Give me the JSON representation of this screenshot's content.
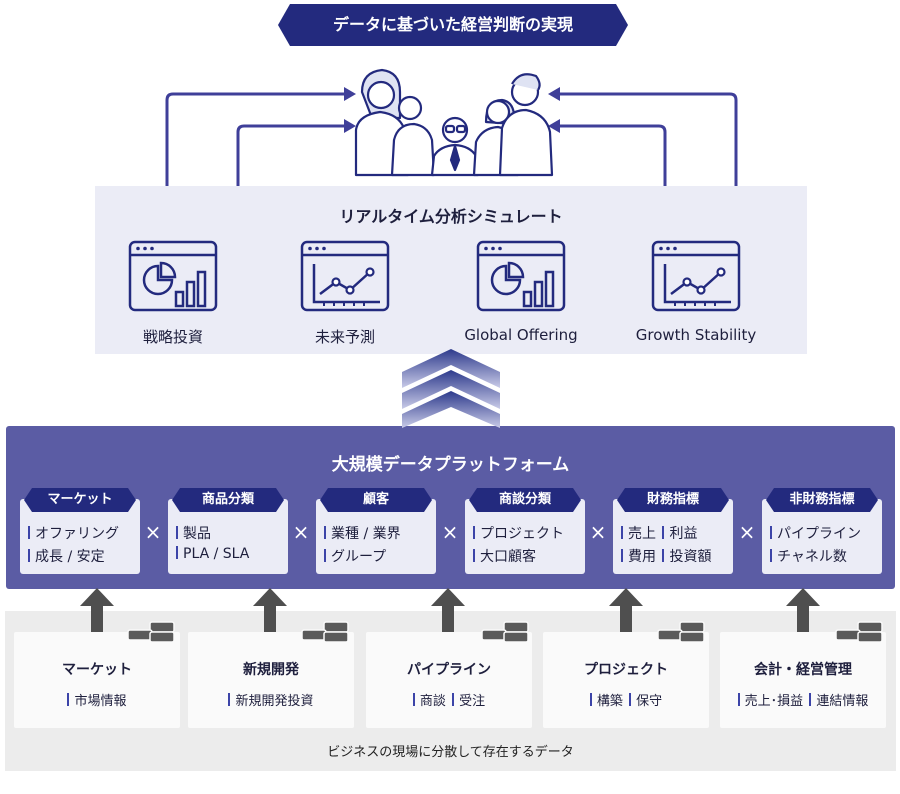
{
  "banner": {
    "text": "データに基づいた経営判断の実現"
  },
  "simulation": {
    "title": "リアルタイム分析シミュレート",
    "items": [
      {
        "label": "戦略投資",
        "icon": "pie-bar-chart-icon"
      },
      {
        "label": "未来予測",
        "icon": "line-chart-icon"
      },
      {
        "label": "Global Offering",
        "icon": "pie-bar-chart-icon"
      },
      {
        "label": "Growth Stability",
        "icon": "line-chart-icon"
      }
    ]
  },
  "platform": {
    "title": "大規模データプラットフォーム",
    "operator": "×",
    "cards": [
      {
        "tag": "マーケット",
        "lines": [
          [
            "オファリング"
          ],
          [
            "成長 / 安定"
          ]
        ]
      },
      {
        "tag": "商品分類",
        "lines": [
          [
            "製品"
          ],
          [
            "PLA / SLA"
          ]
        ]
      },
      {
        "tag": "顧客",
        "lines": [
          [
            "業種 / 業界"
          ],
          [
            "グループ"
          ]
        ]
      },
      {
        "tag": "商談分類",
        "lines": [
          [
            "プロジェクト"
          ],
          [
            "大口顧客"
          ]
        ]
      },
      {
        "tag": "財務指標",
        "lines": [
          [
            "売上",
            "利益"
          ],
          [
            "費用",
            "投資額"
          ]
        ]
      },
      {
        "tag": "非財務指標",
        "lines": [
          [
            "パイプライン"
          ],
          [
            "チャネル数"
          ]
        ]
      }
    ]
  },
  "sources": {
    "items": [
      {
        "title": "マーケット",
        "subs": [
          "市場情報"
        ]
      },
      {
        "title": "新規開発",
        "subs": [
          "新規開発投資"
        ]
      },
      {
        "title": "パイプライン",
        "subs": [
          "商談",
          "受注"
        ]
      },
      {
        "title": "プロジェクト",
        "subs": [
          "構築",
          "保守"
        ]
      },
      {
        "title": "会計・経営管理",
        "subs": [
          "売上･損益",
          "連結情報"
        ]
      }
    ],
    "caption": "ビジネスの現場に分散して存在するデータ"
  },
  "colors": {
    "navy": "#232a7e",
    "platform": "#5b5ca4",
    "panel": "#ebecf6",
    "accent_bar": "#3c44a8"
  }
}
